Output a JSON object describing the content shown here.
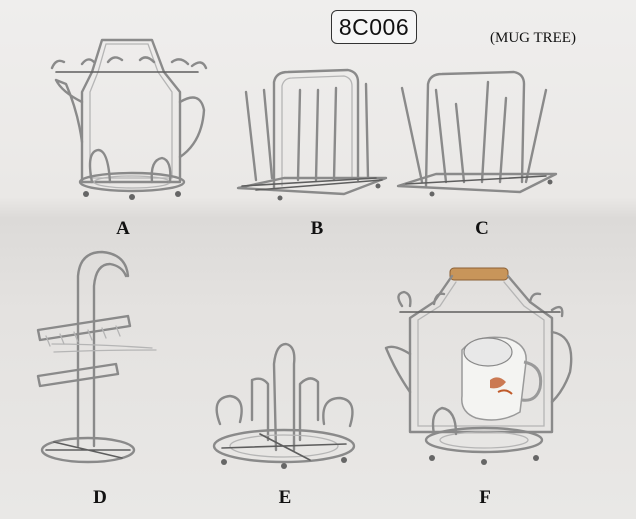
{
  "header": {
    "model_code": "8C006",
    "caption": "(MUG TREE)"
  },
  "products": [
    {
      "letter": "A"
    },
    {
      "letter": "B"
    },
    {
      "letter": "C"
    },
    {
      "letter": "D"
    },
    {
      "letter": "E"
    },
    {
      "letter": "F"
    }
  ],
  "colors": {
    "wire": "#8a8a8a",
    "background": "#e8e6e4",
    "wood_handle": "#c8955a",
    "mug_accent": "#c05a2a",
    "mug_body": "#f4f4f2"
  }
}
